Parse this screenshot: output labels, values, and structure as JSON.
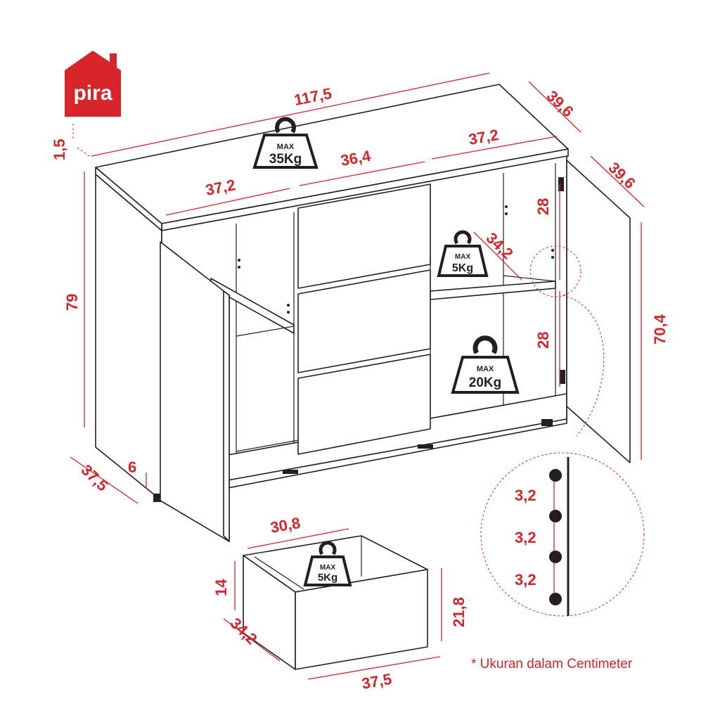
{
  "brand": {
    "name": "pira",
    "color": "#d7242b"
  },
  "dimensions": {
    "total_width": "117,5",
    "depth_top": "39,6",
    "top_thickness": "1,5",
    "left_compartment_width": "37,2",
    "middle_width": "36,4",
    "right_compartment_width": "37,2",
    "door_width": "39,6",
    "height": "79",
    "shelf_gap_upper": "28",
    "shelf_depth": "34,2",
    "shelf_gap_lower": "28",
    "door_height": "70,4",
    "leg_height": "6",
    "side_depth": "37,5",
    "drawer_inner_width": "30,8",
    "drawer_inner_height": "14",
    "drawer_depth": "34,2",
    "drawer_front_height": "21,8",
    "drawer_front_width": "37,5",
    "hole_spacing_1": "3,2",
    "hole_spacing_2": "3,2",
    "hole_spacing_3": "3,2"
  },
  "weights": {
    "top": {
      "max": "MAX",
      "load": "35Kg"
    },
    "shelf_upper": {
      "max": "MAX",
      "load": "5Kg"
    },
    "shelf_bottom": {
      "max": "MAX",
      "load": "20Kg"
    },
    "drawer": {
      "max": "MAX",
      "load": "5Kg"
    }
  },
  "footnote": "* Ukuran dalam Centimeter",
  "colors": {
    "accent": "#d7242b",
    "line": "#231f20"
  }
}
